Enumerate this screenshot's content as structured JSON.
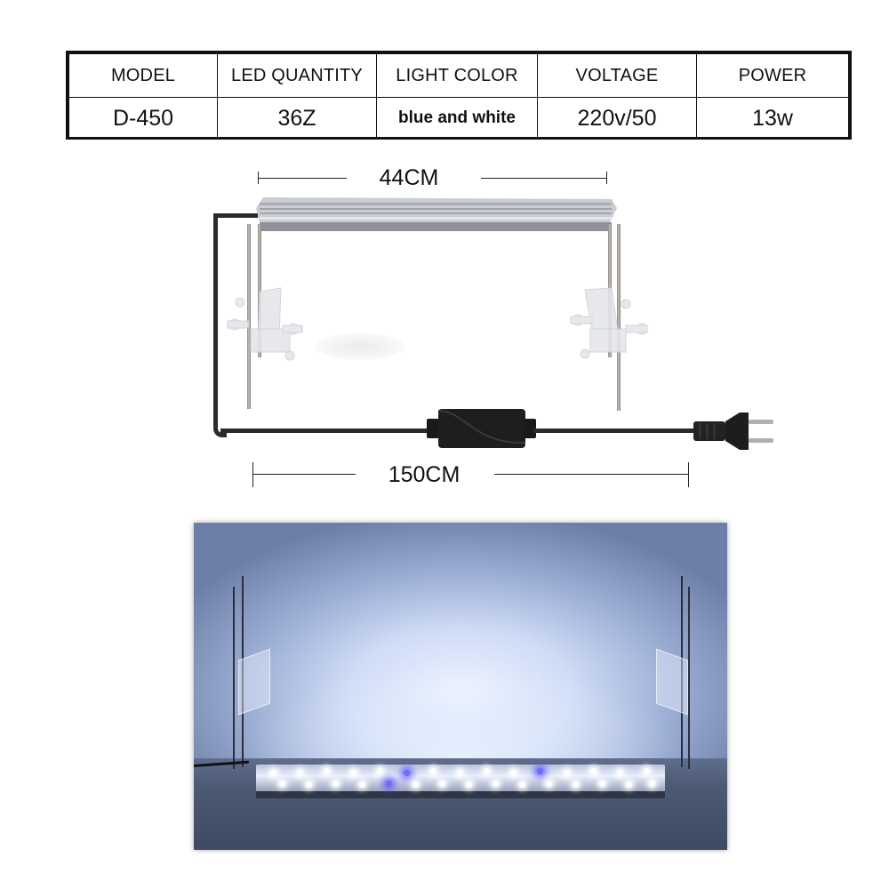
{
  "spec_table": {
    "headers": [
      "MODEL",
      "LED QUANTITY",
      "LIGHT COLOR",
      "VOLTAGE",
      "POWER"
    ],
    "values": {
      "model": "D-450",
      "led_quantity": "36Z",
      "light_color_part1": "blue",
      "light_color_part2": "and",
      "light_color_part3": "white",
      "voltage": "220v/50",
      "power": "13w"
    }
  },
  "diagram": {
    "lamp_length_label": "44CM",
    "cable_length_label": "150CM",
    "colors": {
      "cable": "#2b2b2b",
      "lamp_housing": "#b8bcc2",
      "driver": "#1e1e1e"
    }
  },
  "photo": {
    "description": "LED aquarium light lit, blue and white LEDs",
    "led_colors": {
      "white": "#ffffff",
      "blue": "#6d6cff"
    }
  }
}
